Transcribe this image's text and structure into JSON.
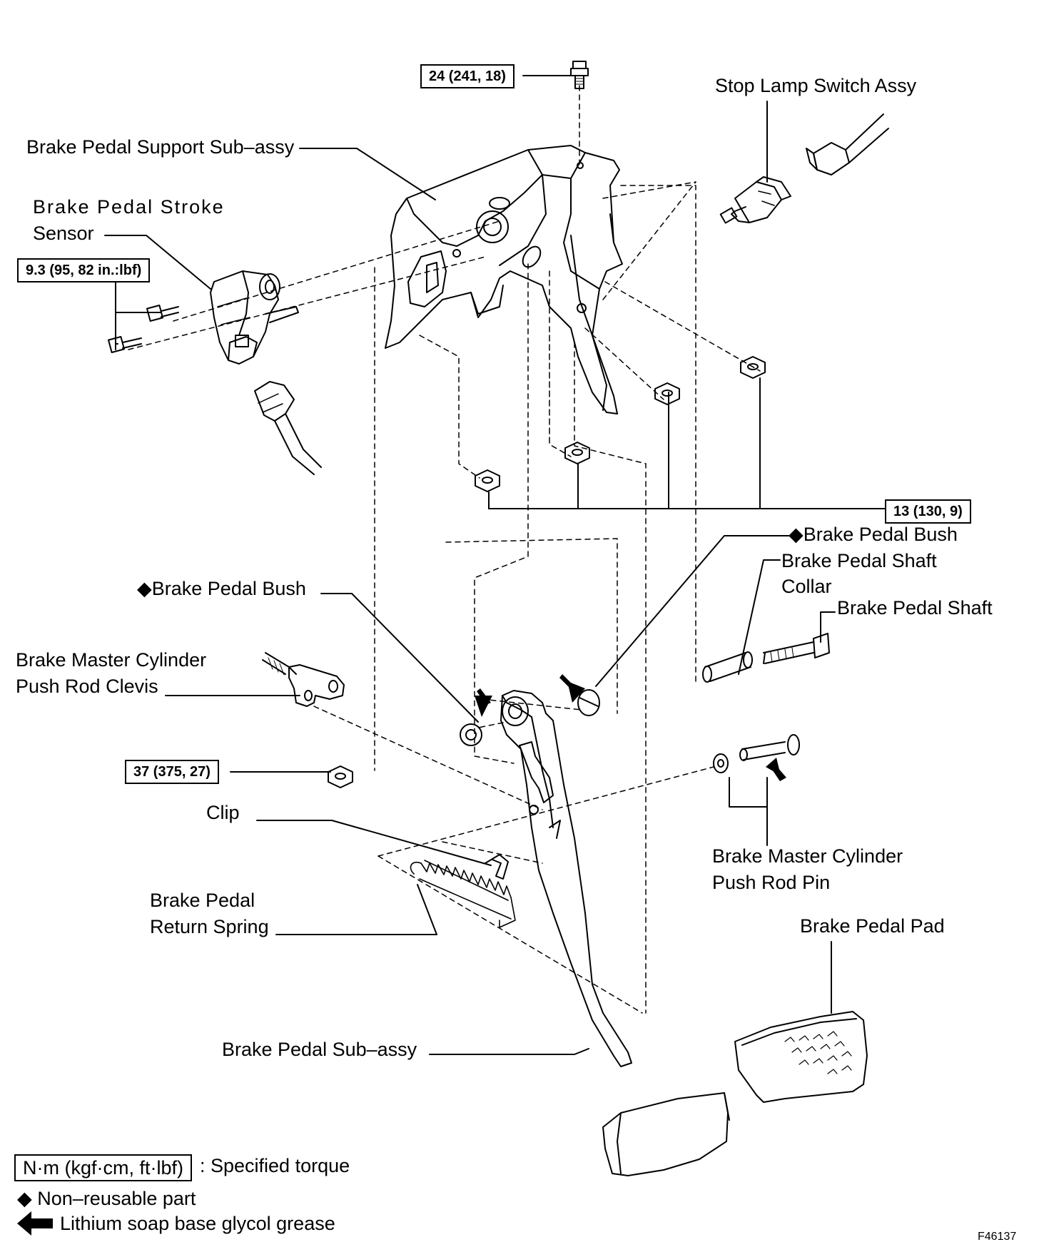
{
  "torques": {
    "t24": "24 (241, 18)",
    "t93": "9.3 (95, 82 in.:lbf)",
    "t13": "13 (130, 9)",
    "t37": "37 (375, 27)"
  },
  "labels": {
    "stop_lamp": "Stop Lamp Switch Assy",
    "support": "Brake Pedal Support Sub–assy",
    "stroke_1": "Brake Pedal Stroke",
    "stroke_2": "Sensor",
    "bush_right": "◆Brake Pedal Bush",
    "shaft_collar_1": "Brake Pedal Shaft",
    "shaft_collar_2": "Collar",
    "shaft": "Brake Pedal Shaft",
    "bush_left": "◆Brake Pedal Bush",
    "clevis_1": "Brake Master Cylinder",
    "clevis_2": "Push Rod Clevis",
    "clip": "Clip",
    "pin_1": "Brake Master Cylinder",
    "pin_2": "Push Rod Pin",
    "spring_1": "Brake Pedal",
    "spring_2": "Return Spring",
    "pad": "Brake Pedal Pad",
    "pedal": "Brake Pedal Sub–assy"
  },
  "legend": {
    "torque_unit": "N·m (kgf·cm, ft·lbf)",
    "torque_desc": ": Specified torque",
    "nonreusable": "◆ Non–reusable part",
    "grease": "Lithium soap base glycol grease"
  },
  "figure_id": "F46137"
}
